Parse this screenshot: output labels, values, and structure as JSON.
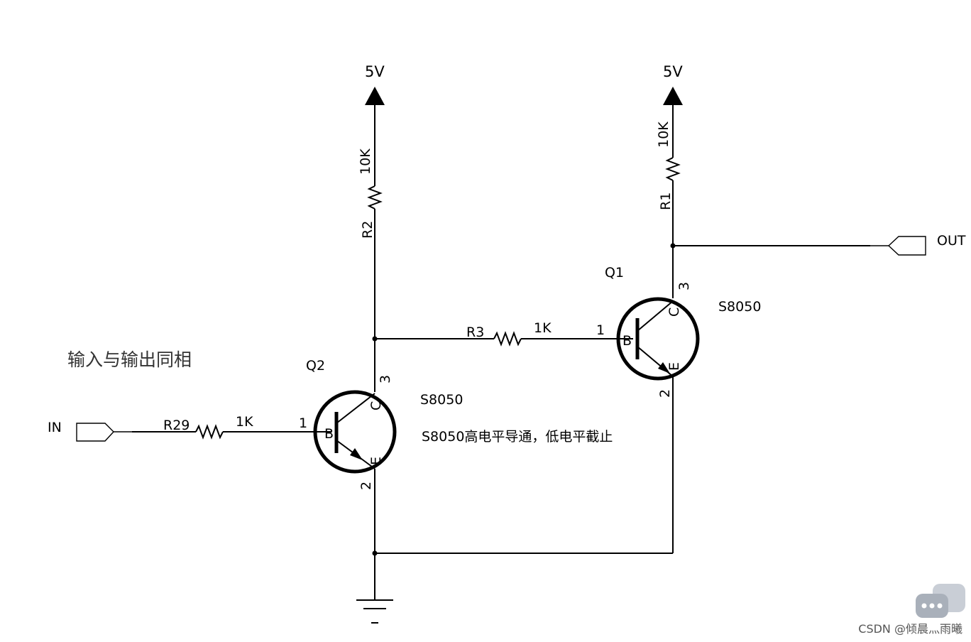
{
  "note": "输入与输出同相",
  "power_left": "5V",
  "power_right": "5V",
  "r2": {
    "ref": "R2",
    "value": "10K"
  },
  "r1": {
    "ref": "R1",
    "value": "10K"
  },
  "r3": {
    "ref": "R3",
    "value": "1K"
  },
  "r29": {
    "ref": "R29",
    "value": "1K"
  },
  "q2": {
    "ref": "Q2",
    "part": "S8050",
    "pin_b": "1",
    "pin_c": "3",
    "pin_e": "2",
    "b": "B",
    "c": "C",
    "e": "E"
  },
  "q1": {
    "ref": "Q1",
    "part": "S8050",
    "pin_b": "1",
    "pin_c": "3",
    "pin_e": "2",
    "b": "B",
    "c": "C",
    "e": "E"
  },
  "q2_note": "S8050高电平导通，低电平截止",
  "port_in": "IN",
  "port_out": "OUT",
  "watermark": "CSDN @倾晨灬雨曦"
}
